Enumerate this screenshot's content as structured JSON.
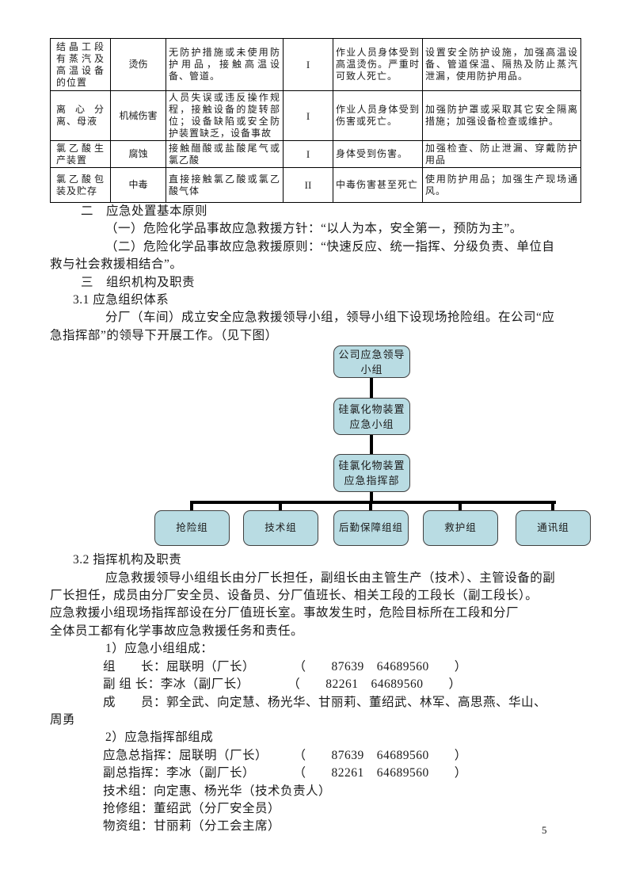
{
  "hazard_table": {
    "rows": [
      {
        "location": "结晶工段有蒸汽及高温设备的位置",
        "hazard": "烫伤",
        "cause": "无防护措施或未使用防护用品，接触高温设备、管道。",
        "level": "I",
        "consequence": "作业人员身体受到高温烫伤。严重时可致人死亡。",
        "measures": "设置安全防护设施，加强高温设备、管道保温、隔热及防止蒸汽泄漏，使用防护用品。"
      },
      {
        "location": "离心分离、母液",
        "hazard": "机械伤害",
        "cause": "人员失误或违反操作规程，接触设备的旋转部位；设备缺陷或安全防护装置缺乏，设备事故",
        "level": "I",
        "consequence": "作业人员身体受到伤害或死亡。",
        "measures": "加强防护罩或采取其它安全隔离措施；加强设备检查或维护。"
      },
      {
        "location": "氯乙酸生产装置",
        "hazard": "腐蚀",
        "cause": "接触醋酸或盐酸尾气或氯乙酸",
        "level": "I",
        "consequence": "身体受到伤害。",
        "measures": "加强检查、防止泄漏、穿戴防护用品"
      },
      {
        "location": "氯乙酸包装及贮存",
        "hazard": "中毒",
        "cause": "直接接触氯乙酸或氯乙酸气体",
        "level": "II",
        "consequence": "中毒伤害甚至死亡",
        "measures": "使用防护用品；加强生产现场通风。"
      }
    ]
  },
  "body": {
    "pre_chart_lines": [
      "二　应急处置基本原则",
      "（一）危险化学品事故应急救援方针：“以人为本，安全第一，预防为主”。",
      "（二）危险化学品事故应急救援原则：“快速反应、统一指挥、分级负责、单位自",
      "救与社会救援相结合”。",
      "三　组织机构及职责",
      "3.1 应急组织体系",
      "分厂（车间）成立安全应急救援领导小组，领导小组下设现场抢险组。在公司“应",
      "急指挥部”的领导下开展工作。（见下图）"
    ],
    "post_chart_lines": [
      "3.2 指挥机构及职责",
      "应急救援领导小组组长由分厂长担任，副组长由主管生产（技术）、主管设备的副",
      "厂长担任，成员由分厂安全员、设备员、分厂值班长、相关工段的工段长（副工段长）。",
      "应急救援小组现场指挥部设在分厂值班长室。事故发生时，危险目标所在工段和分厂",
      "全体员工都有化学事故应急救援任务和责任。",
      "1）应急小组组成：",
      "组　　长：屈联明（厂长）　　　　（　　87639　64689560　　）",
      "副 组 长：李冰（副厂长）　　　　（　　82261　64689560　　）",
      "成　　员：郭全武、向定慧、杨光华、甘丽莉、董绍武、林军、高思燕、华山、",
      "周勇",
      "2）应急指挥部组成",
      "应急总指挥：屈联明（厂长）　　　（　　87639　64689560　　）",
      "副总指挥：李冰（副厂长）　　　　（　　82261　64689560　　）",
      "技术组：向定惠、杨光华（技术负责人）",
      "抢修组：董绍武（分厂安全员）",
      "物资组：甘丽莉（分工会主席）"
    ]
  },
  "org_chart": {
    "main_boxes": [
      {
        "line1": "公司应急领导",
        "line2": "小组"
      },
      {
        "line1": "硅氯化物装置",
        "line2": "应急小组"
      },
      {
        "line1": "硅氯化物装置",
        "line2": "应急指挥部"
      }
    ],
    "bottom_boxes": [
      "抢险组",
      "技术组",
      "后勤保障组组",
      "救护组",
      "通讯组"
    ],
    "box_fill": "#b9dce3",
    "box_border": "#404040",
    "connector_color": "#000000"
  },
  "page_number": "5"
}
